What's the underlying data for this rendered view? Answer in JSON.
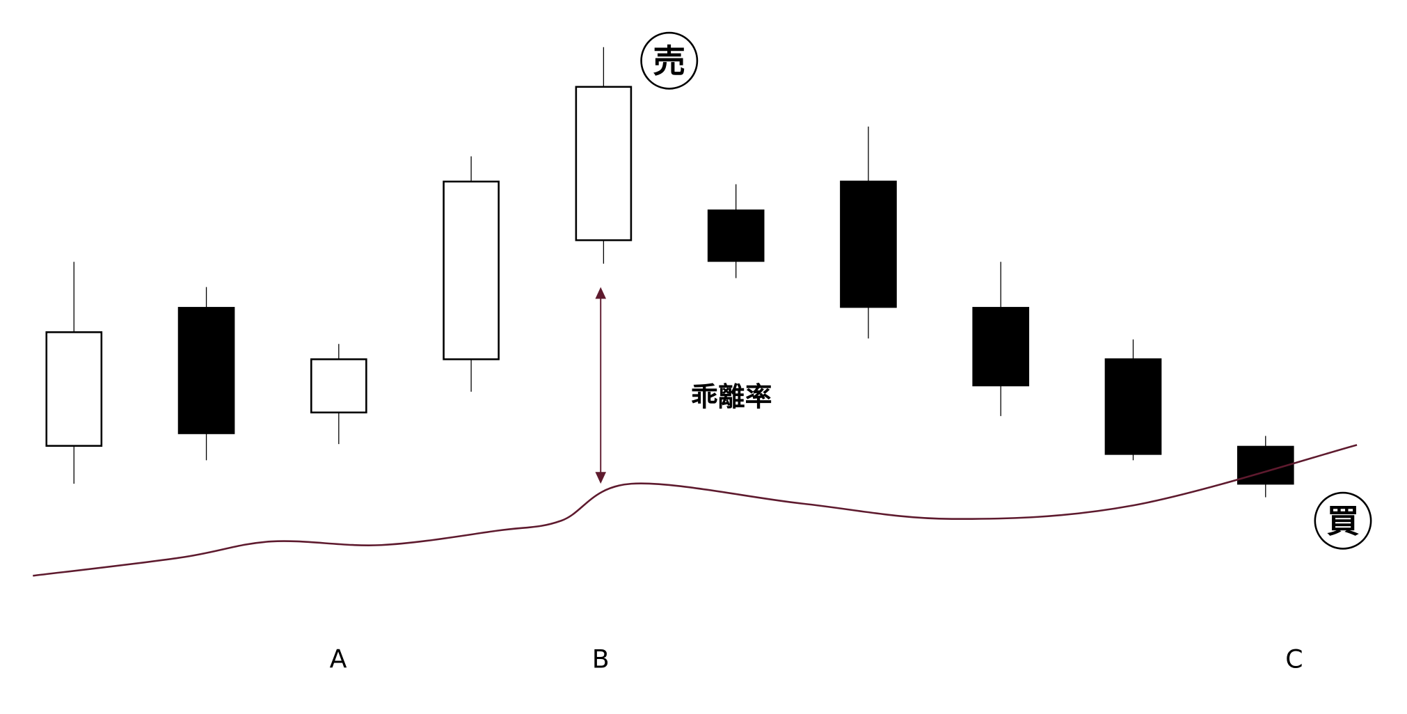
{
  "chart_data": {
    "type": "candlestick",
    "title": "",
    "candles": [
      {
        "index": 0,
        "open": 306,
        "close": 432,
        "high": 510,
        "low": 264,
        "color": "white"
      },
      {
        "index": 1,
        "open": 459,
        "close": 320,
        "high": 482,
        "low": 290,
        "color": "black"
      },
      {
        "index": 2,
        "open": 343,
        "close": 402,
        "high": 419,
        "low": 308,
        "color": "white"
      },
      {
        "index": 3,
        "open": 402,
        "close": 599,
        "high": 627,
        "low": 366,
        "color": "white"
      },
      {
        "index": 4,
        "open": 534,
        "close": 704,
        "high": 748,
        "low": 508,
        "color": "white"
      },
      {
        "index": 5,
        "open": 567,
        "close": 511,
        "high": 596,
        "low": 492,
        "color": "black"
      },
      {
        "index": 6,
        "open": 599,
        "close": 460,
        "high": 660,
        "low": 425,
        "color": "black"
      },
      {
        "index": 7,
        "open": 459,
        "close": 373,
        "high": 510,
        "low": 339,
        "color": "black"
      },
      {
        "index": 8,
        "open": 402,
        "close": 297,
        "high": 424,
        "low": 290,
        "color": "black"
      },
      {
        "index": 9,
        "open": 305,
        "close": 264,
        "high": 317,
        "low": 249,
        "color": "black"
      }
    ],
    "moving_average": {
      "color": "#5e1a2e",
      "points": [
        [
          -0.31,
          162
        ],
        [
          0.8,
          182
        ],
        [
          1.49,
          200
        ],
        [
          2.32,
          196
        ],
        [
          3.2,
          212
        ],
        [
          3.68,
          223
        ],
        [
          4.21,
          264
        ],
        [
          5.5,
          242
        ],
        [
          6.63,
          225
        ],
        [
          8.0,
          240
        ],
        [
          9.69,
          307
        ]
      ]
    },
    "annotations": {
      "deviation_label": "乖離率",
      "sell_mark": "売",
      "buy_mark": "買",
      "point_labels": [
        "A",
        "B",
        "C"
      ]
    }
  }
}
